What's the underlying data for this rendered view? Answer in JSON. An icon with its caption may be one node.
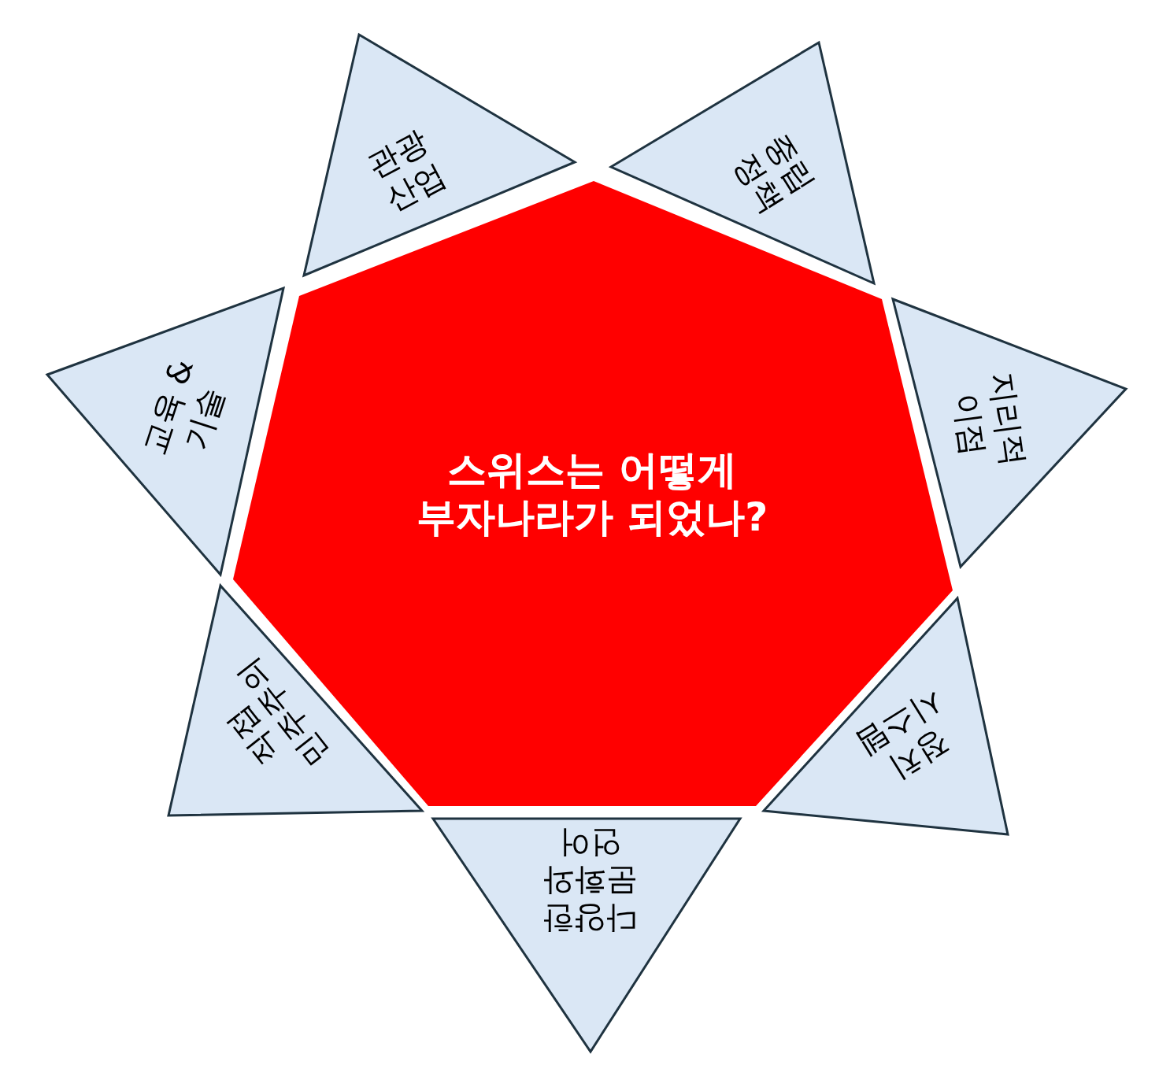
{
  "diagram": {
    "nodes": [
      {
        "text": [
          "스위스는 어떻게 부자나라가 되었나?"
        ]
      },
      {
        "text": [
          "관광 산업"
        ]
      },
      {
        "text": [
          "중립 정책"
        ]
      },
      {
        "text": [
          "지리적 이점"
        ]
      },
      {
        "text": [
          "정치 시스템"
        ]
      },
      {
        "text": [
          "다양한 문화와 언어"
        ]
      },
      {
        "text": [
          "직접 민주주의"
        ]
      },
      {
        "text": [
          "교육 &기술"
        ]
      }
    ]
  }
}
